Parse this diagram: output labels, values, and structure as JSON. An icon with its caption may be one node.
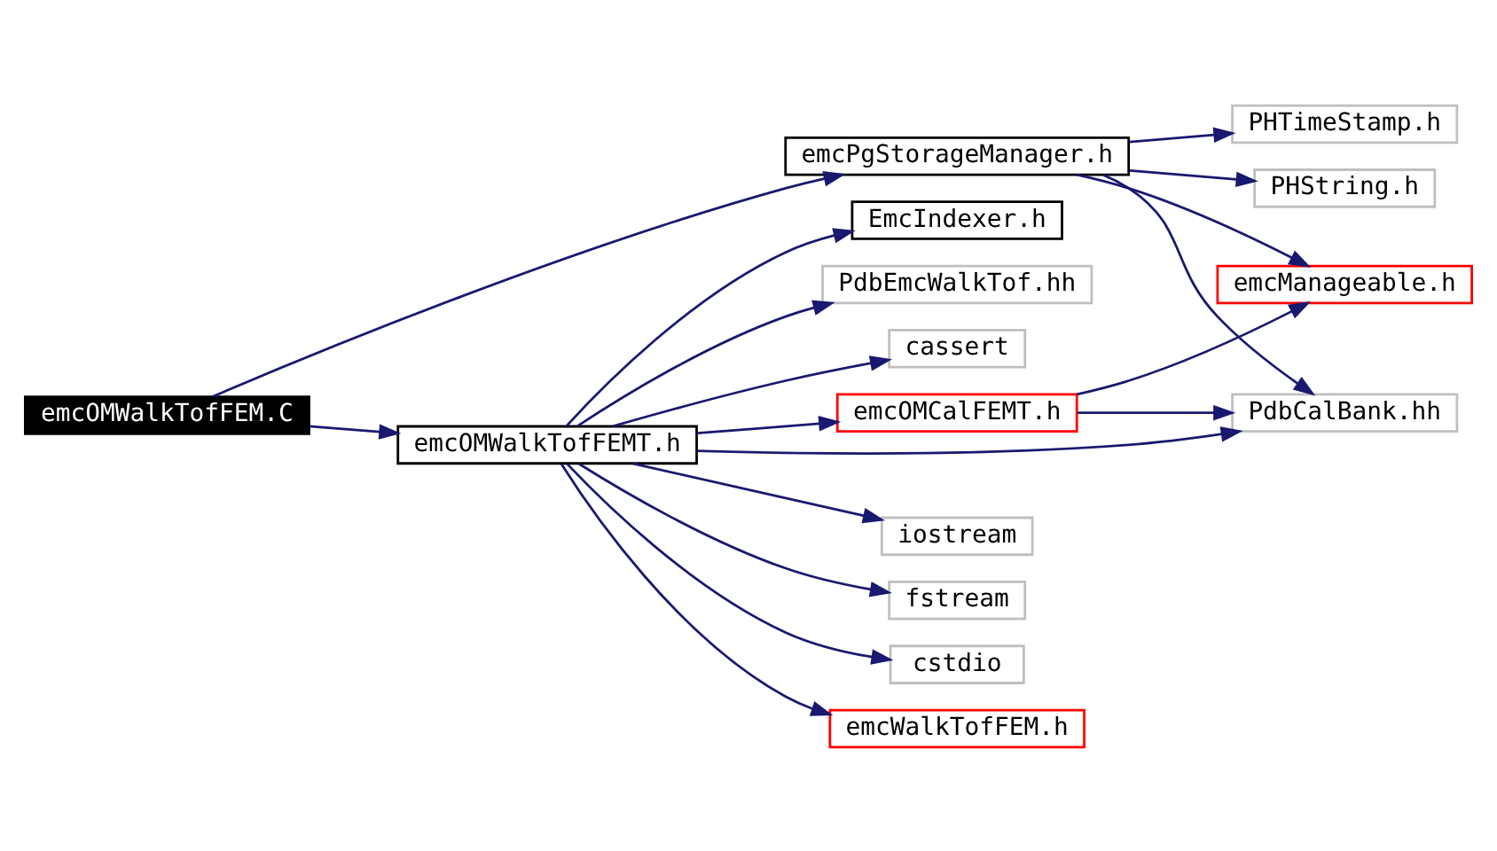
{
  "diagram": {
    "nodes": [
      {
        "text": [
          "emcOMWalkTofFEM.C"
        ]
      },
      {
        "text": [
          "emcPgStorageManager.h"
        ]
      },
      {
        "text": [
          "PHTimeStamp.h"
        ]
      },
      {
        "text": [
          "PHString.h"
        ]
      },
      {
        "text": [
          "emcManageable.h"
        ]
      },
      {
        "text": [
          "PdbCalBank.hh"
        ]
      },
      {
        "text": [
          "emcOMWalkTofFEMT.h"
        ]
      },
      {
        "text": [
          "iostream"
        ]
      },
      {
        "text": [
          "fstream"
        ]
      },
      {
        "text": [
          "emcOMCalFEMT.h"
        ]
      },
      {
        "text": [
          "cstdio"
        ]
      },
      {
        "text": [
          "emcWalkTofFEM.h"
        ]
      },
      {
        "text": [
          "EmcIndexer.h"
        ]
      },
      {
        "text": [
          "PdbEmcWalkTof.hh"
        ]
      },
      {
        "text": [
          "cassert"
        ]
      }
    ],
    "edges": [
      {
        "from": 0,
        "to": 1,
        "arrow": "to"
      },
      {
        "from": 0,
        "to": 6,
        "arrow": "to"
      },
      {
        "from": 1,
        "to": 2,
        "arrow": "to"
      },
      {
        "from": 1,
        "to": 3,
        "arrow": "to"
      },
      {
        "from": 1,
        "to": 4,
        "arrow": "to"
      },
      {
        "from": 1,
        "to": 5,
        "arrow": "to"
      },
      {
        "from": 6,
        "to": 7,
        "arrow": "to"
      },
      {
        "from": 6,
        "to": 8,
        "arrow": "to"
      },
      {
        "from": 6,
        "to": 9,
        "arrow": "to"
      },
      {
        "from": 6,
        "to": 10,
        "arrow": "to"
      },
      {
        "from": 6,
        "to": 5,
        "arrow": "to"
      },
      {
        "from": 6,
        "to": 11,
        "arrow": "to"
      },
      {
        "from": 6,
        "to": 12,
        "arrow": "to"
      },
      {
        "from": 6,
        "to": 13,
        "arrow": "to"
      },
      {
        "from": 6,
        "to": 14,
        "arrow": "to"
      },
      {
        "from": 9,
        "to": 4,
        "arrow": "to"
      },
      {
        "from": 9,
        "to": 5,
        "arrow": "to"
      }
    ]
  }
}
